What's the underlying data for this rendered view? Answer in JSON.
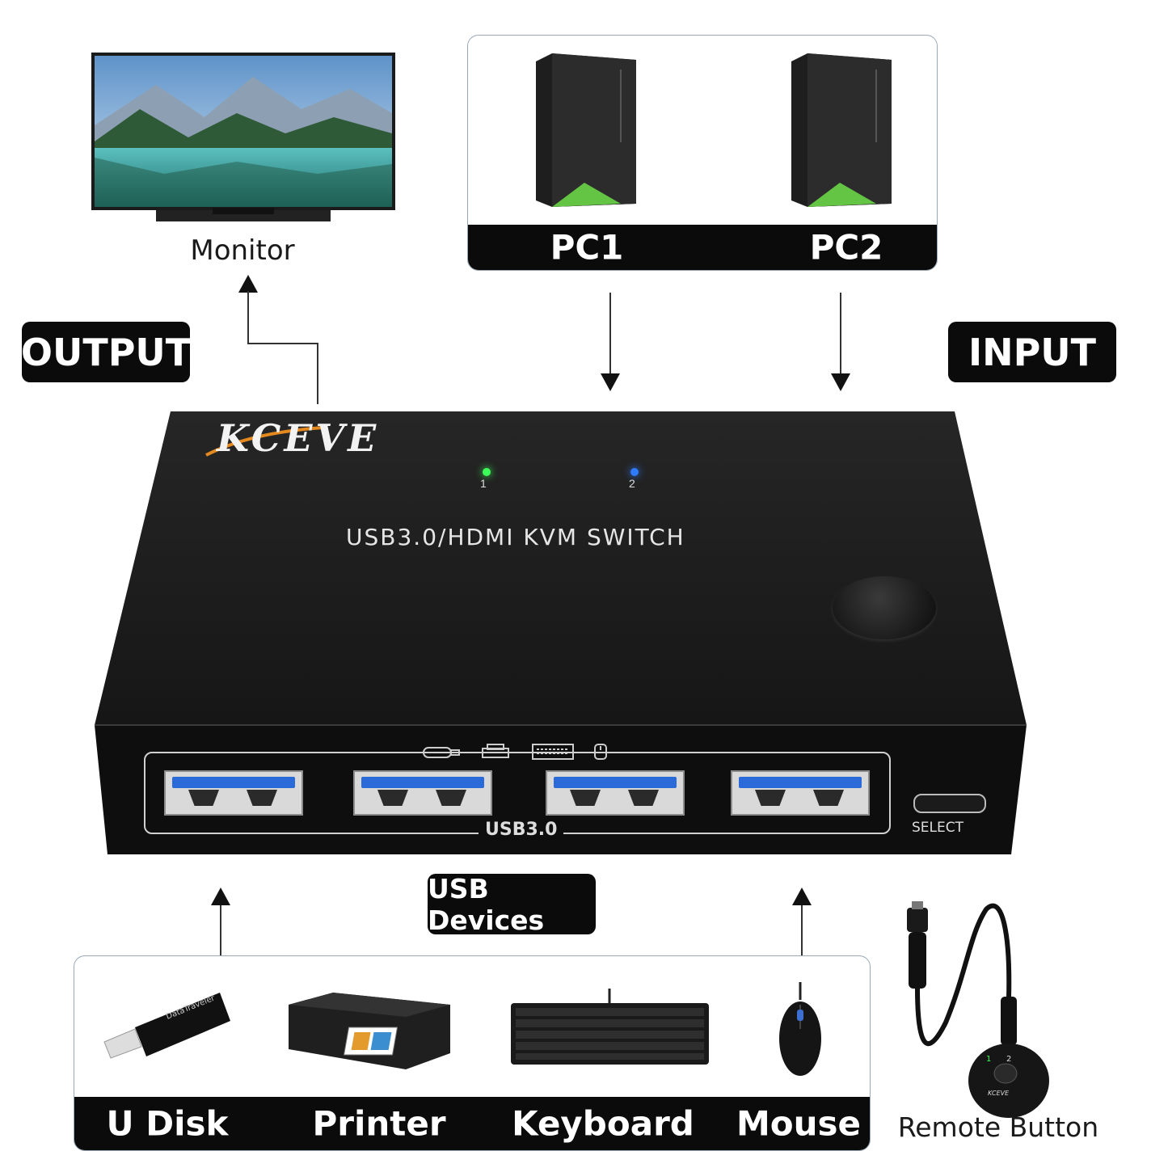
{
  "monitor": {
    "caption": "Monitor"
  },
  "pcs": {
    "pc1": "PC1",
    "pc2": "PC2"
  },
  "tags": {
    "output": "OUTPUT",
    "input": "INPUT",
    "usb_devices": "USB Devices"
  },
  "device": {
    "brand": "KCEVE",
    "model_text": "USB3.0/HDMI KVM SWITCH",
    "led1": "1",
    "led2": "2",
    "usb_label": "USB3.0",
    "select_label": "SELECT"
  },
  "usb_devices": {
    "items": [
      "U Disk",
      "Printer",
      "Keyboard",
      "Mouse"
    ]
  },
  "remote": {
    "caption": "Remote Button",
    "n1": "1",
    "n2": "2",
    "brand": "KCEVE"
  },
  "colors": {
    "tag_bg": "#0b0b0b",
    "led1": "#3dff5a",
    "led2": "#2f7bff",
    "usb_blue": "#2a6ad9"
  }
}
